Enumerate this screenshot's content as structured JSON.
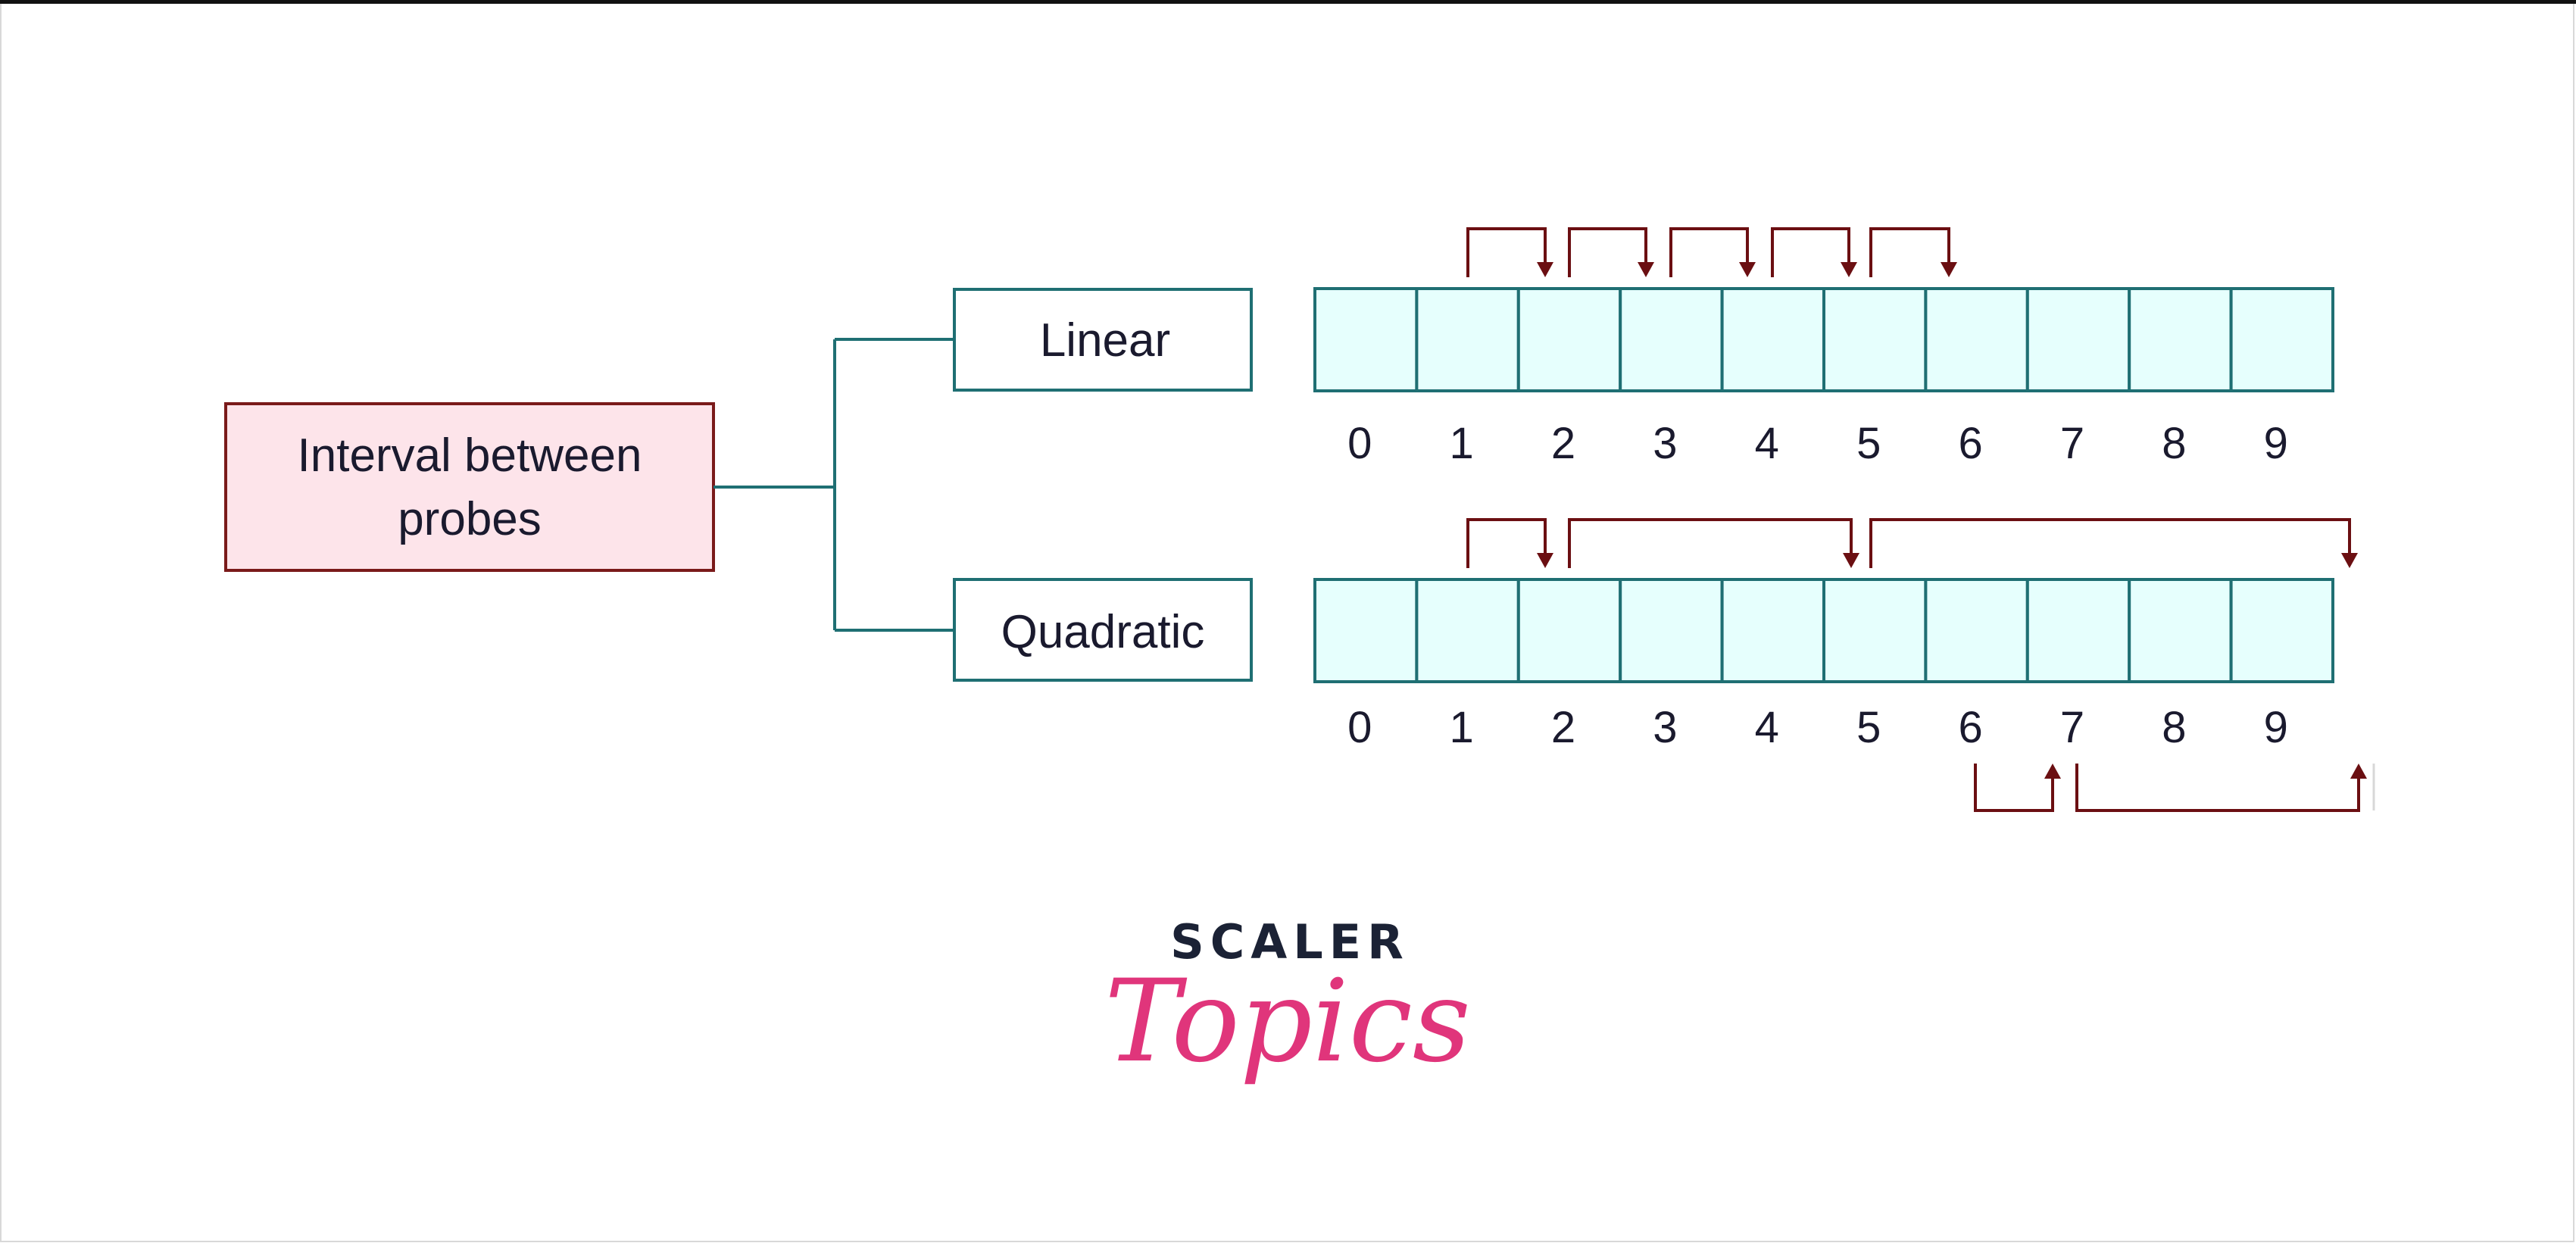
{
  "root": {
    "line1": "Interval between",
    "line2": "probes"
  },
  "linear": {
    "label": "Linear",
    "indices": [
      "0",
      "1",
      "2",
      "3",
      "4",
      "5",
      "6",
      "7",
      "8",
      "9"
    ]
  },
  "quadratic": {
    "label": "Quadratic",
    "indices": [
      "0",
      "1",
      "2",
      "3",
      "4",
      "5",
      "6",
      "7",
      "8",
      "9"
    ]
  },
  "logo": {
    "main": "SCALER",
    "sub": "Topics"
  },
  "colors": {
    "root_fill": "#fde4ea",
    "root_stroke": "#7a1a1a",
    "teal": "#1f6f73",
    "cell_fill": "#e6fffd",
    "arrow": "#6b0f12",
    "logo_main": "#1b2235",
    "logo_sub": "#e0357b"
  }
}
